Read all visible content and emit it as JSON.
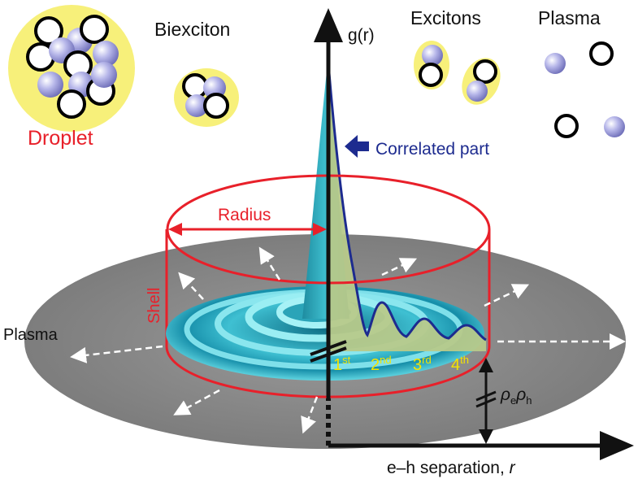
{
  "labels": {
    "droplet": "Droplet",
    "biexciton": "Biexciton",
    "excitons": "Excitons",
    "plasma_top": "Plasma",
    "plasma_left": "Plasma",
    "g_axis": "g(r)",
    "correlated_part": "Correlated part",
    "radius": "Radius",
    "shell": "Shell",
    "rho_main": "ρ",
    "rho_sub_e": "e",
    "rho_main2": "ρ",
    "rho_sub_h": "h",
    "x_axis_main": "e–h separation, ",
    "x_axis_var": "r"
  },
  "shells": [
    {
      "num": "1",
      "sup": "st"
    },
    {
      "num": "2",
      "sup": "nd"
    },
    {
      "num": "3",
      "sup": "rd"
    },
    {
      "num": "4",
      "sup": "th"
    }
  ],
  "colors": {
    "droplet_bg": "#f7f07a",
    "electron_fill": "#ffffff",
    "hole_fill": "#a9a9e2",
    "cylinder": "#e8202a",
    "correlated": "#1d2b8f",
    "disk": "#8f8f8f",
    "surface": "#35b3c7",
    "peak_fill": "#b7c98a",
    "shell_labels": "#f4e400"
  },
  "icons": [
    "arrow-up-icon",
    "arrow-right-icon",
    "blue-arrow-left-icon",
    "break-mark-icon"
  ]
}
